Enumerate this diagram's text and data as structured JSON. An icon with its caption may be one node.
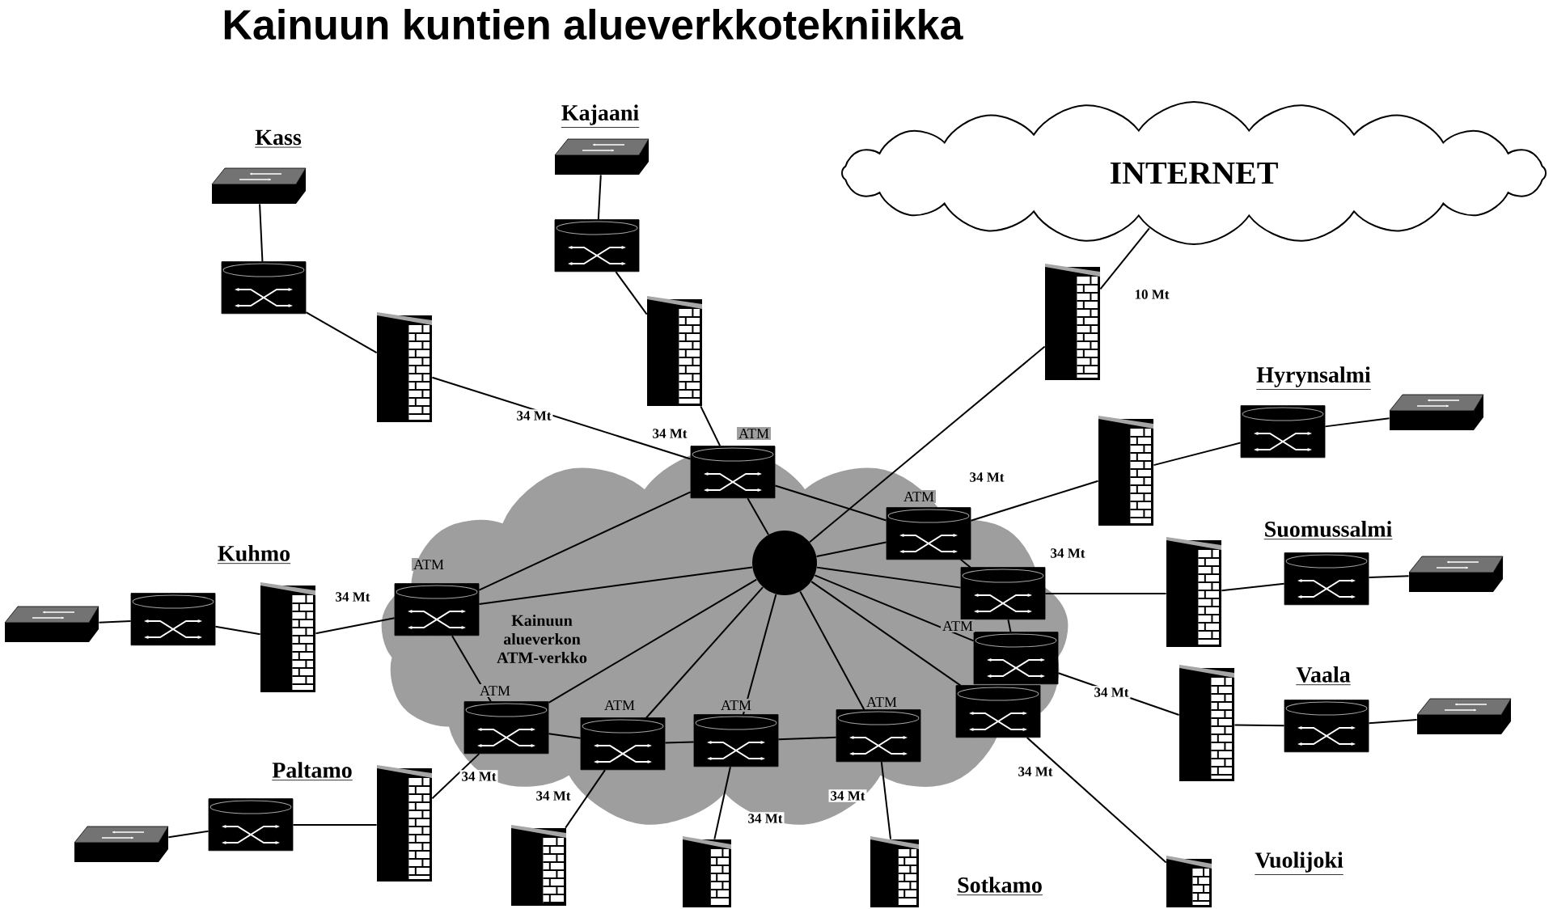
{
  "diagram": {
    "title": "Kainuun kuntien alueverkkotekniikka",
    "nodes": [
      {
        "text": [
          "INTERNET"
        ]
      },
      {
        "text": [
          "Kainuun alueverkon ATM-verkko"
        ]
      },
      {
        "text": [],
        "shape": "box",
        "beside": [
          "Kass"
        ]
      },
      {
        "text": [],
        "shape": "cylinder"
      },
      {
        "text": [],
        "shape": "wall"
      },
      {
        "text": [],
        "shape": "box",
        "beside": [
          "Kajaani"
        ]
      },
      {
        "text": [],
        "shape": "cylinder"
      },
      {
        "text": [],
        "shape": "wall"
      },
      {
        "text": [],
        "shape": "wall"
      },
      {
        "text": [],
        "shape": "wall"
      },
      {
        "text": [],
        "shape": "cylinder",
        "beside": [
          "Hyrynsalmi"
        ]
      },
      {
        "text": [],
        "shape": "box"
      },
      {
        "text": [],
        "shape": "wall"
      },
      {
        "text": [],
        "shape": "cylinder",
        "beside": [
          "Suomussalmi"
        ]
      },
      {
        "text": [],
        "shape": "box"
      },
      {
        "text": [],
        "shape": "wall"
      },
      {
        "text": [],
        "shape": "cylinder",
        "beside": [
          "Vaala"
        ]
      },
      {
        "text": [],
        "shape": "box"
      },
      {
        "text": [],
        "shape": "wall",
        "beside": [
          "Vuolijoki"
        ]
      },
      {
        "text": [],
        "shape": "box"
      },
      {
        "text": [],
        "shape": "cylinder",
        "beside": [
          "Kuhmo"
        ]
      },
      {
        "text": [],
        "shape": "wall"
      },
      {
        "text": [],
        "shape": "box"
      },
      {
        "text": [],
        "shape": "cylinder",
        "beside": [
          "Paltamo"
        ]
      },
      {
        "text": [],
        "shape": "wall"
      },
      {
        "text": [],
        "shape": "wall"
      },
      {
        "text": [],
        "shape": "wall"
      },
      {
        "text": [],
        "shape": "wall",
        "beside": [
          "Sotkamo"
        ]
      },
      {
        "text": [],
        "shape": "cylinder",
        "in": 1,
        "beside": [
          "ATM"
        ]
      },
      {
        "text": [],
        "shape": "cylinder",
        "in": 1,
        "beside": [
          "ATM"
        ]
      },
      {
        "text": [],
        "shape": "cylinder",
        "in": 1,
        "beside": [
          "ATM"
        ]
      },
      {
        "text": [],
        "shape": "cylinder",
        "in": 1,
        "beside": [
          "ATM"
        ]
      },
      {
        "text": [],
        "shape": "cylinder",
        "in": 1,
        "beside": [
          "ATM"
        ]
      },
      {
        "text": [],
        "shape": "cylinder",
        "in": 1,
        "beside": [
          "ATM"
        ]
      },
      {
        "text": [],
        "shape": "cylinder",
        "in": 1,
        "beside": [
          "ATM"
        ]
      },
      {
        "text": [],
        "shape": "cylinder",
        "in": 1,
        "beside": [
          "ATM"
        ]
      },
      {
        "text": [],
        "shape": "cylinder",
        "in": 1
      },
      {
        "text": [],
        "shape": "cylinder",
        "in": 1
      },
      {
        "text": [],
        "shape": "circle",
        "in": 1
      }
    ],
    "edges": [
      {
        "from": 2,
        "to": 3,
        "arrow": "none"
      },
      {
        "from": 3,
        "to": 4,
        "arrow": "none"
      },
      {
        "from": 4,
        "to": 28,
        "arrow": "none",
        "label": "34 Mt"
      },
      {
        "from": 5,
        "to": 6,
        "arrow": "none"
      },
      {
        "from": 6,
        "to": 7,
        "arrow": "none"
      },
      {
        "from": 7,
        "to": 28,
        "arrow": "none",
        "label": "34 Mt"
      },
      {
        "from": 0,
        "to": 8,
        "arrow": "none",
        "label": "10 Mt"
      },
      {
        "from": 8,
        "to": 38,
        "arrow": "none"
      },
      {
        "from": 11,
        "to": 10,
        "arrow": "none"
      },
      {
        "from": 10,
        "to": 9,
        "arrow": "none"
      },
      {
        "from": 9,
        "to": 29,
        "arrow": "none",
        "label": "34 Mt"
      },
      {
        "from": 14,
        "to": 13,
        "arrow": "none"
      },
      {
        "from": 13,
        "to": 12,
        "arrow": "none"
      },
      {
        "from": 12,
        "to": 35,
        "arrow": "none",
        "label": "34 Mt"
      },
      {
        "from": 17,
        "to": 16,
        "arrow": "none"
      },
      {
        "from": 16,
        "to": 15,
        "arrow": "none"
      },
      {
        "from": 15,
        "to": 36,
        "arrow": "none",
        "label": "34 Mt"
      },
      {
        "from": 18,
        "to": 37,
        "arrow": "none",
        "label": "34 Mt"
      },
      {
        "from": 19,
        "to": 20,
        "arrow": "none"
      },
      {
        "from": 20,
        "to": 21,
        "arrow": "none"
      },
      {
        "from": 21,
        "to": 30,
        "arrow": "none",
        "label": "34 Mt"
      },
      {
        "from": 22,
        "to": 23,
        "arrow": "none"
      },
      {
        "from": 23,
        "to": 24,
        "arrow": "none"
      },
      {
        "from": 24,
        "to": 31,
        "arrow": "none",
        "label": "34 Mt"
      },
      {
        "from": 25,
        "to": 32,
        "arrow": "none",
        "label": "34 Mt"
      },
      {
        "from": 26,
        "to": 33,
        "arrow": "none",
        "label": "34 Mt"
      },
      {
        "from": 27,
        "to": 34,
        "arrow": "none",
        "label": "34 Mt"
      },
      {
        "from": 38,
        "to": 28,
        "arrow": "none"
      },
      {
        "from": 38,
        "to": 29,
        "arrow": "none"
      },
      {
        "from": 38,
        "to": 30,
        "arrow": "none"
      },
      {
        "from": 38,
        "to": 31,
        "arrow": "none"
      },
      {
        "from": 38,
        "to": 32,
        "arrow": "none"
      },
      {
        "from": 38,
        "to": 33,
        "arrow": "none"
      },
      {
        "from": 38,
        "to": 34,
        "arrow": "none"
      },
      {
        "from": 38,
        "to": 35,
        "arrow": "none"
      },
      {
        "from": 38,
        "to": 36,
        "arrow": "none"
      },
      {
        "from": 38,
        "to": 37,
        "arrow": "none"
      },
      {
        "from": 28,
        "to": 30,
        "arrow": "none"
      },
      {
        "from": 28,
        "to": 29,
        "arrow": "none"
      },
      {
        "from": 30,
        "to": 31,
        "arrow": "none"
      },
      {
        "from": 31,
        "to": 32,
        "arrow": "none"
      },
      {
        "from": 32,
        "to": 33,
        "arrow": "none"
      },
      {
        "from": 33,
        "to": 34,
        "arrow": "none"
      },
      {
        "from": 29,
        "to": 35,
        "arrow": "none"
      },
      {
        "from": 35,
        "to": 36,
        "arrow": "none"
      }
    ]
  }
}
